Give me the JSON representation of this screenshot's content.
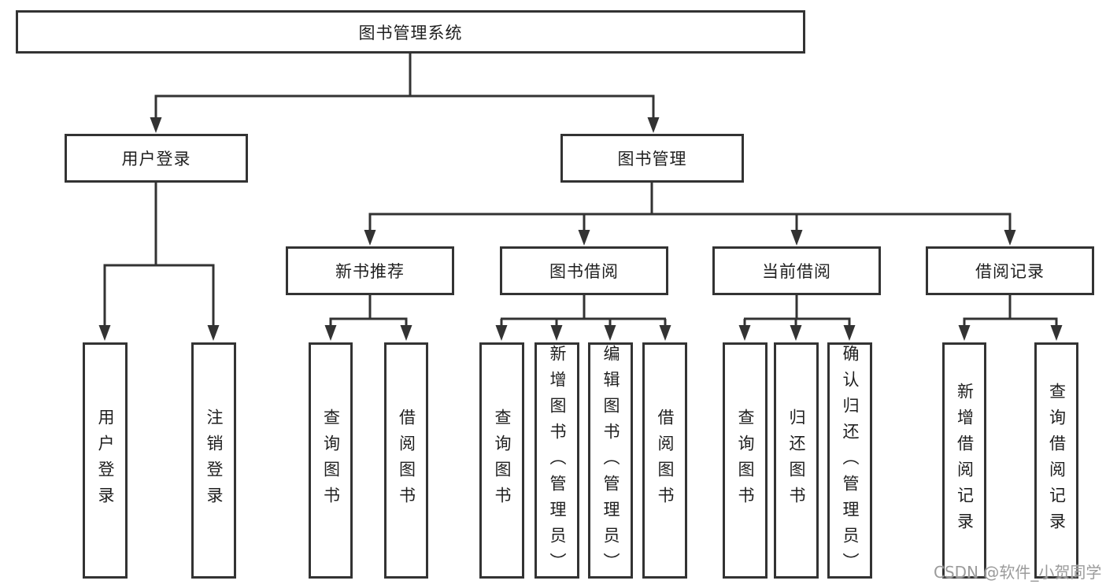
{
  "tree": {
    "root": {
      "label": "图书管理系统"
    },
    "level2": [
      {
        "label": "用户登录"
      },
      {
        "label": "图书管理"
      }
    ],
    "level3": [
      {
        "label": "新书推荐"
      },
      {
        "label": "图书借阅"
      },
      {
        "label": "当前借阅"
      },
      {
        "label": "借阅记录"
      }
    ],
    "leaves": [
      {
        "group": "用户登录",
        "label": "用户登录"
      },
      {
        "group": "用户登录",
        "label": "注销登录"
      },
      {
        "group": "新书推荐",
        "label": "查询图书"
      },
      {
        "group": "新书推荐",
        "label": "借阅图书"
      },
      {
        "group": "图书借阅",
        "label": "查询图书"
      },
      {
        "group": "图书借阅",
        "label": "新增图书（管理员）"
      },
      {
        "group": "图书借阅",
        "label": "编辑图书（管理员）"
      },
      {
        "group": "图书借阅",
        "label": "借阅图书"
      },
      {
        "group": "当前借阅",
        "label": "查询图书"
      },
      {
        "group": "当前借阅",
        "label": "归还图书"
      },
      {
        "group": "当前借阅",
        "label": "确认归还（管理员）"
      },
      {
        "group": "借阅记录",
        "label": "新增借阅记录"
      },
      {
        "group": "借阅记录",
        "label": "查询借阅记录"
      }
    ]
  },
  "watermark": "CSDN @软件_小贺同学",
  "colors": {
    "line": "#333333",
    "border": "#333333",
    "text": "#1f1f1f",
    "background": "#ffffff",
    "watermark": "#9b9b9b"
  }
}
